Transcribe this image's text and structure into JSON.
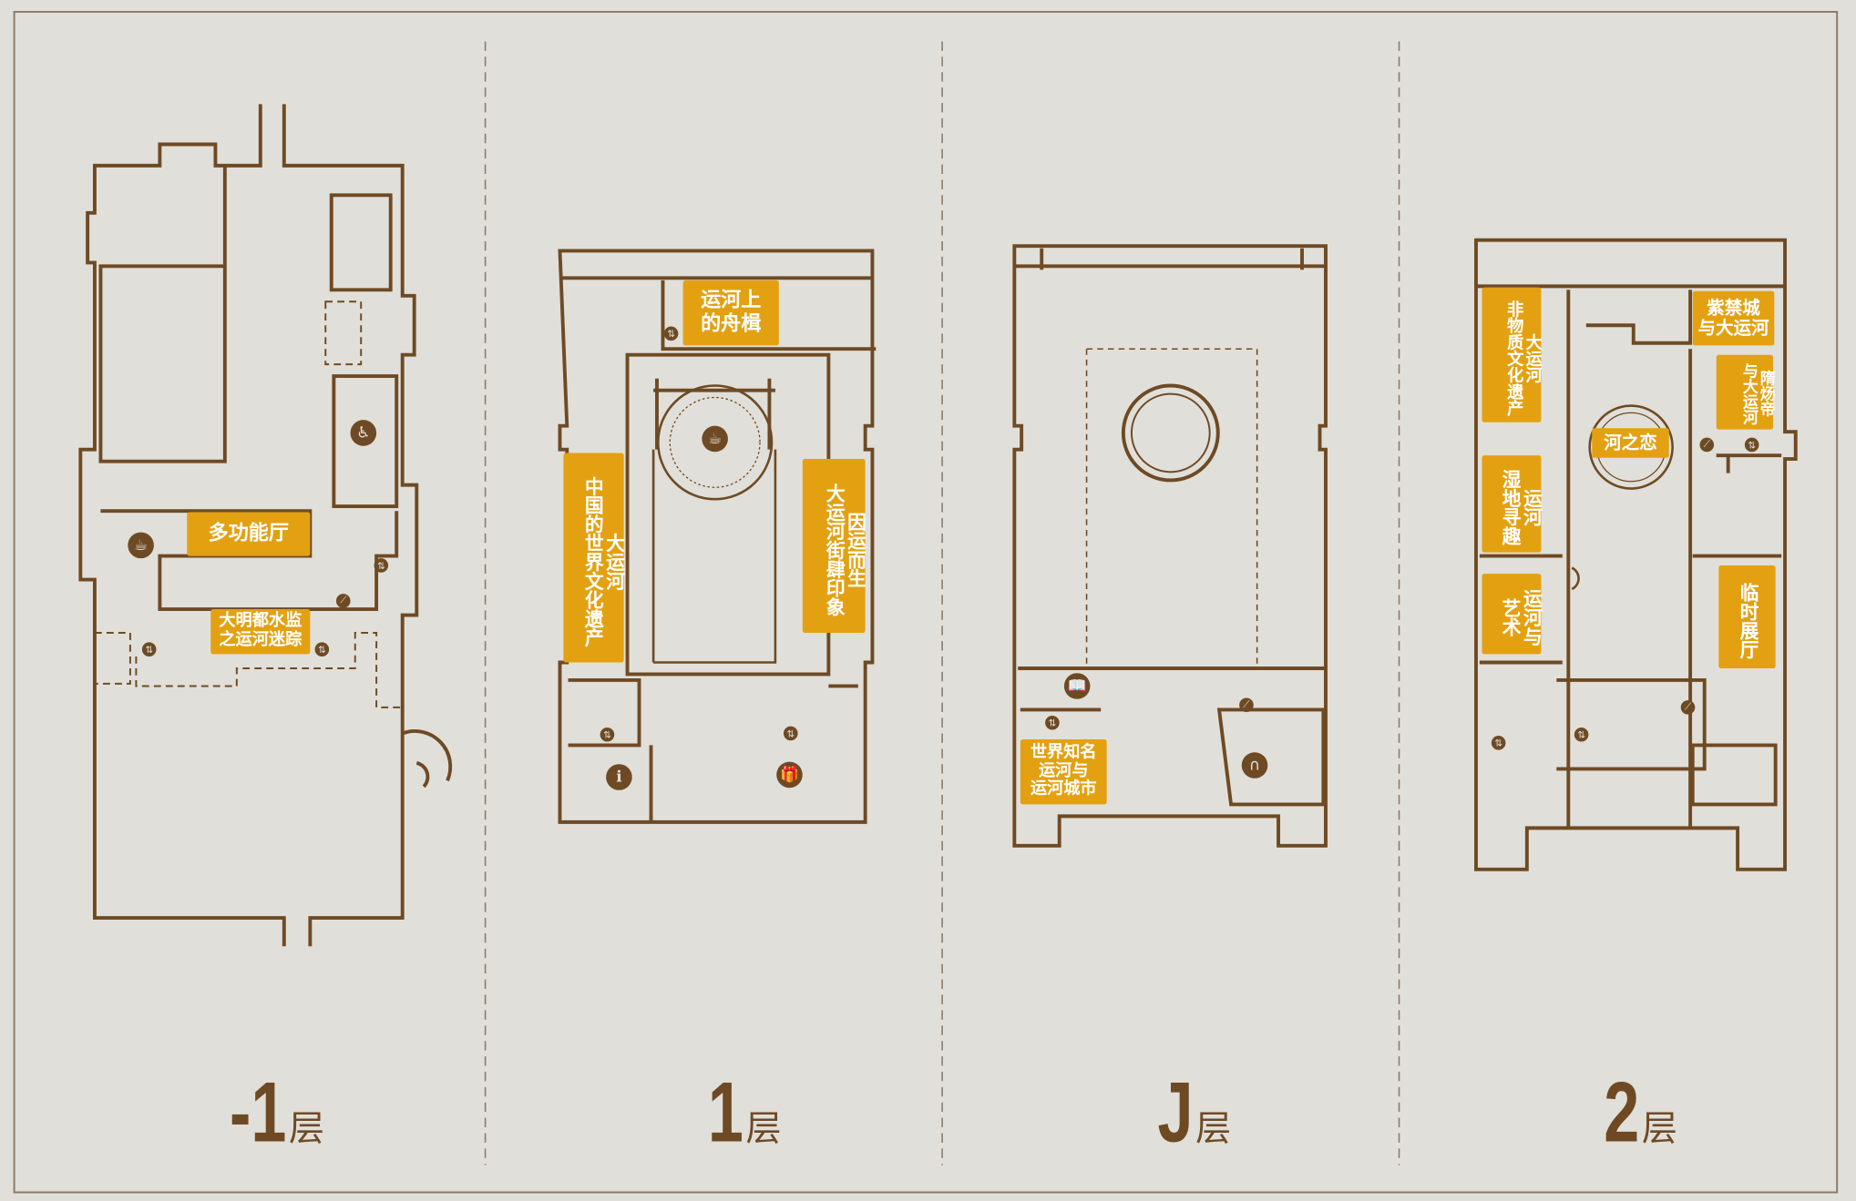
{
  "floors": [
    {
      "number": "-1",
      "suffix": "层",
      "rooms": [
        "多功能厅",
        "大明都水监\n之运河迷踪"
      ]
    },
    {
      "number": "1",
      "suffix": "层",
      "rooms": [
        "运河上\n的舟楫",
        "大运河\n中国的世界文化遗产",
        "因运而生\n大运河街肆印象"
      ]
    },
    {
      "number": "J",
      "suffix": "层",
      "rooms": [
        "世界知名\n运河与\n运河城市"
      ]
    },
    {
      "number": "2",
      "suffix": "层",
      "rooms": [
        "大运河\n非物质文化遗产",
        "紫禁城\n与大运河",
        "隋炀帝\n与大运河",
        "河之恋",
        "运河\n湿地寻趣",
        "运河与\n艺术",
        "临时展厅"
      ]
    }
  ],
  "colors": {
    "background": "#e1dfd9",
    "wall": "#6e4a24",
    "room_highlight": "#e3a112"
  },
  "icons": [
    "cafe-icon",
    "restroom-icon",
    "elevator-icon",
    "stairs-icon",
    "info-icon",
    "shop-icon",
    "book-icon",
    "theater-icon",
    "tea-icon"
  ]
}
